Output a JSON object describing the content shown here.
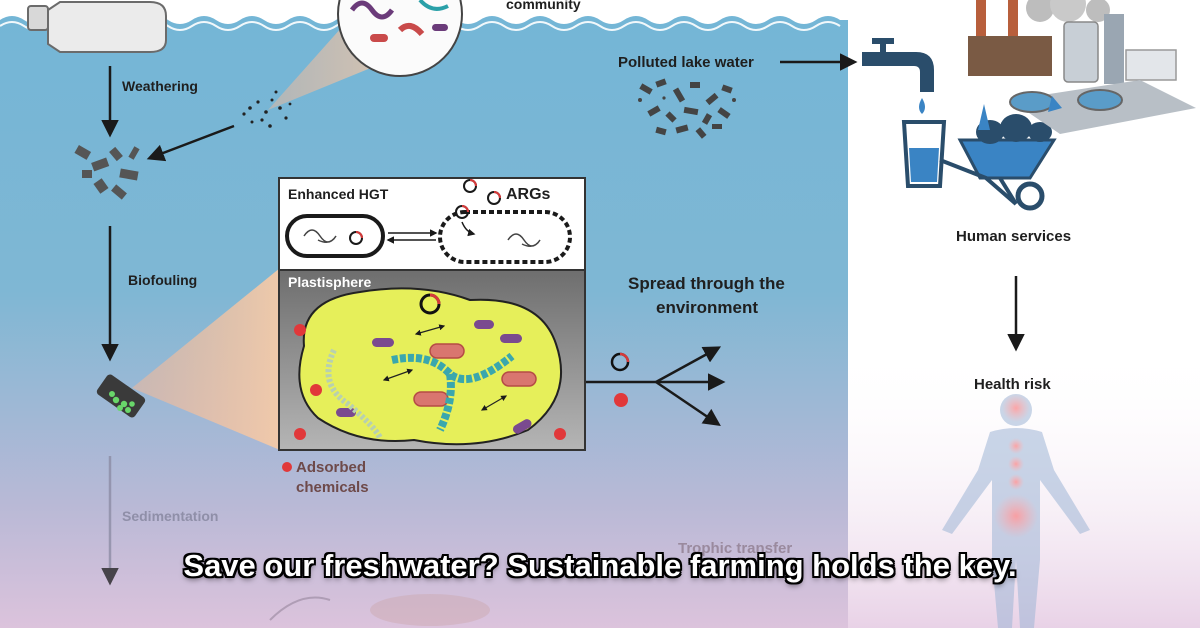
{
  "labels": {
    "community": "community",
    "weathering": "Weathering",
    "polluted_lake_water": "Polluted  lake water",
    "enhanced_hgt": "Enhanced HGT",
    "args": "ARGs",
    "plastisphere": "Plastisphere",
    "biofouling": "Biofouling",
    "spread_line1": "Spread through the",
    "spread_line2": "environment",
    "human_services": "Human services",
    "health_risk": "Health risk",
    "adsorbed_line1": "Adsorbed",
    "adsorbed_line2": "chemicals",
    "sedimentation": "Sedimentation",
    "trophic_transfer": "Trophic transfer"
  },
  "caption": "Save our freshwater? Sustainable farming holds the key.",
  "colors": {
    "water_top": "#74b6d6",
    "water_bottom": "#d9c2dc",
    "plastisphere_blob": "#e6ef5a",
    "bacteria_purple": "#7a4a8f",
    "bacteria_red": "#d9766f",
    "chemical_dot": "#e1383a",
    "icon_navy": "#2a4d6b",
    "icon_blue": "#3a84c4"
  }
}
